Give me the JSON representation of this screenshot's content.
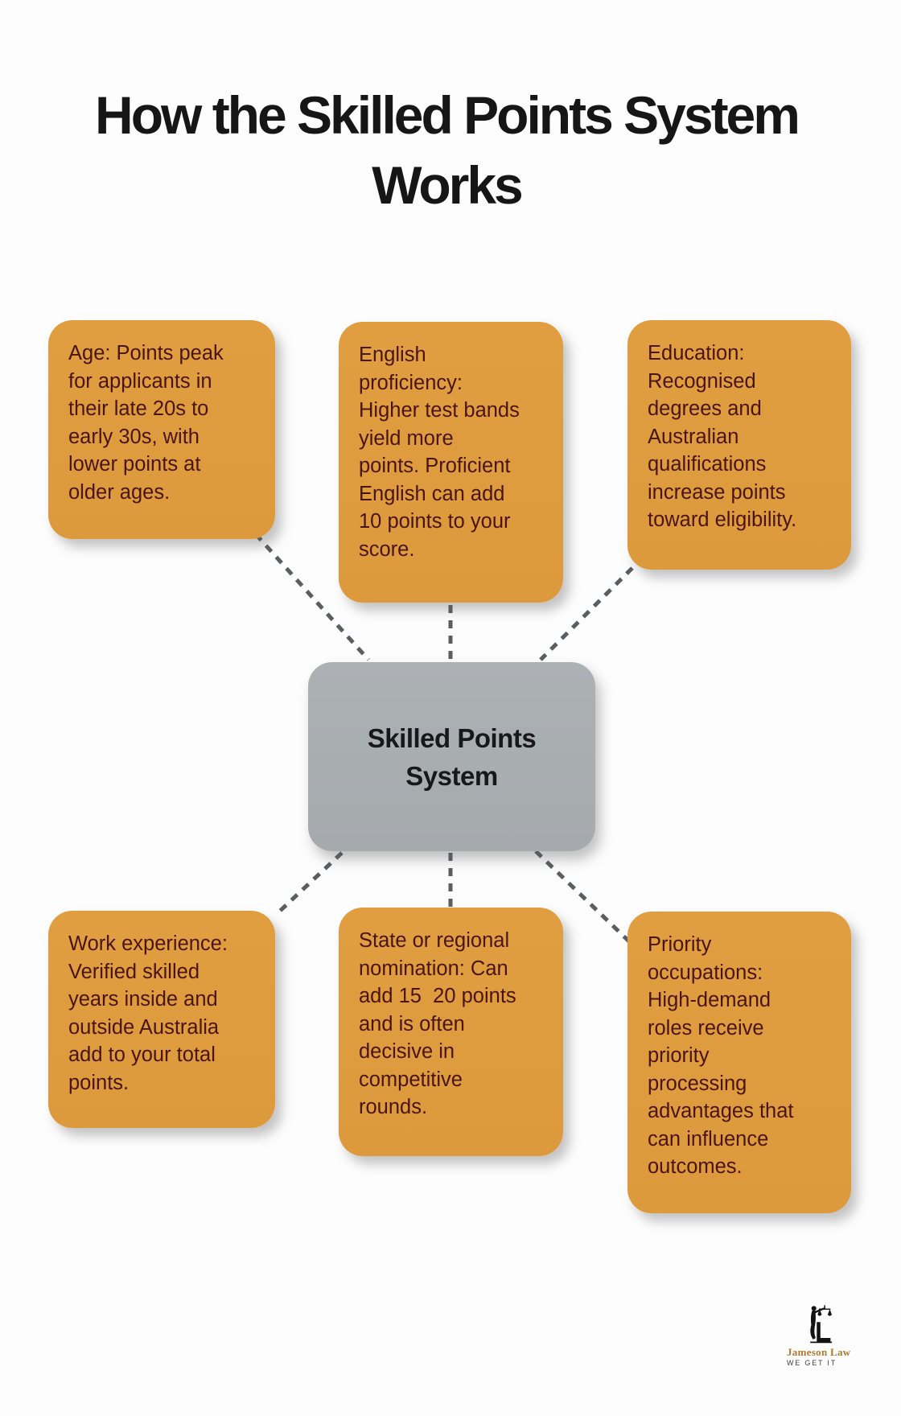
{
  "title": "How the Skilled Points System\nWorks",
  "hub": {
    "label": "Skilled Points\nSystem"
  },
  "nodes": [
    {
      "id": "age",
      "text": "Age: Points peak\nfor applicants in\ntheir late 20s to\nearly 30s, with\nlower points at\nolder ages."
    },
    {
      "id": "english",
      "text": "English\nproficiency:\nHigher test bands\nyield more\npoints. Proficient\nEnglish can add\n10 points to your\nscore."
    },
    {
      "id": "education",
      "text": "Education:\nRecognised\ndegrees and\nAustralian\nqualifications\nincrease points\ntoward eligibility."
    },
    {
      "id": "work",
      "text": "Work experience:\nVerified skilled\nyears inside and\noutside Australia\nadd to your total\npoints."
    },
    {
      "id": "state",
      "text": "State or regional\nnomination: Can\nadd 15  20 points\nand is often\ndecisive in\ncompetitive\nrounds."
    },
    {
      "id": "priority",
      "text": "Priority\noccupations:\nHigh-demand\nroles receive\npriority\nprocessing\nadvantages that\ncan influence\noutcomes."
    }
  ],
  "logo": {
    "name": "Jameson Law",
    "tagline": "WE GET IT"
  },
  "colors": {
    "node_bg": "#DE9B3D",
    "node_text": "#4A1413",
    "hub_bg": "#A7ACAF",
    "hub_text": "#17181A",
    "connector": "#5A5E60",
    "title_text": "#161616",
    "logo_name": "#B0792A",
    "logo_tagline": "#414141",
    "logo_figure": "#131313"
  }
}
